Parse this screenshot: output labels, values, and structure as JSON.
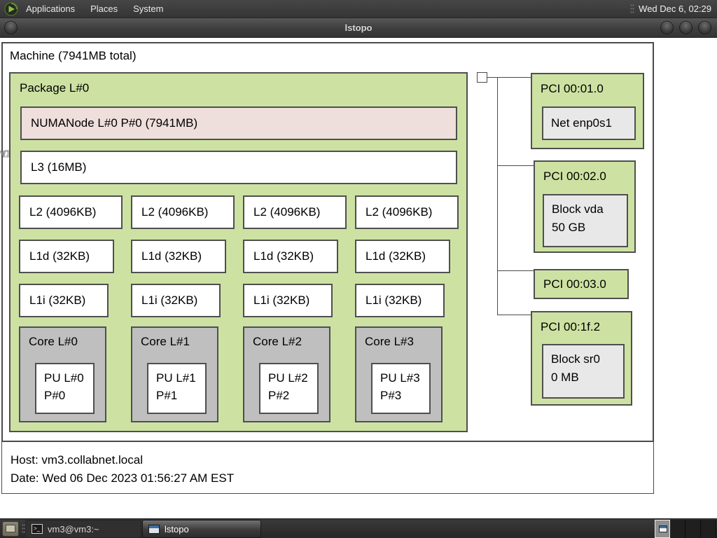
{
  "panel": {
    "menus": [
      "Applications",
      "Places",
      "System"
    ],
    "clock": "Wed Dec 6, 02:29"
  },
  "titlebar": {
    "title": "lstopo"
  },
  "topology": {
    "machine_label": "Machine (7941MB total)",
    "package_label": "Package L#0",
    "numanode_label": "NUMANode L#0 P#0 (7941MB)",
    "l3_label": "L3 (16MB)",
    "l2": [
      "L2 (4096KB)",
      "L2 (4096KB)",
      "L2 (4096KB)",
      "L2 (4096KB)"
    ],
    "l1d": [
      "L1d (32KB)",
      "L1d (32KB)",
      "L1d (32KB)",
      "L1d (32KB)"
    ],
    "l1i": [
      "L1i (32KB)",
      "L1i (32KB)",
      "L1i (32KB)",
      "L1i (32KB)"
    ],
    "cores": [
      {
        "label": "Core L#0",
        "pu_l": "PU L#0",
        "pu_p": "P#0"
      },
      {
        "label": "Core L#1",
        "pu_l": "PU L#1",
        "pu_p": "P#1"
      },
      {
        "label": "Core L#2",
        "pu_l": "PU L#2",
        "pu_p": "P#2"
      },
      {
        "label": "Core L#3",
        "pu_l": "PU L#3",
        "pu_p": "P#3"
      }
    ],
    "pci": [
      {
        "label": "PCI 00:01.0",
        "line1": "Net enp0s1"
      },
      {
        "label": "PCI 00:02.0",
        "line1": "Block vda",
        "line2": "50 GB"
      },
      {
        "label": "PCI 00:03.0"
      },
      {
        "label": "PCI 00:1f.2",
        "line1": "Block sr0",
        "line2": "0 MB"
      }
    ],
    "legend": {
      "host": "Host: vm3.collabnet.local",
      "date": "Date: Wed 06 Dec 2023 01:56:27 AM EST"
    }
  },
  "taskbar": {
    "tasks": [
      {
        "label": "vm3@vm3:~"
      },
      {
        "label": "lstopo"
      }
    ]
  },
  "colors": {
    "package_green": "#cde2a2",
    "numanode_pink": "#efdfdc",
    "core_gray": "#bfbfbf",
    "device_gray": "#e8e8e8",
    "box_border": "#4f4f4f"
  }
}
